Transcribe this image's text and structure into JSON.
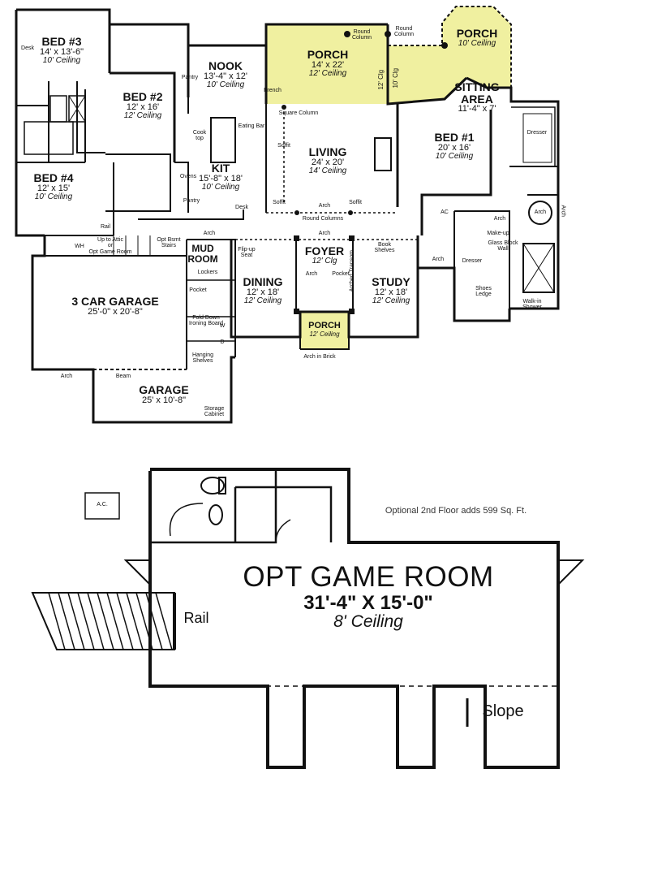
{
  "first_floor": {
    "rooms": [
      {
        "id": "bed3",
        "name": "BED #3",
        "size": "14' x 13'-6\"",
        "ceiling": "10' Ceiling"
      },
      {
        "id": "bed2",
        "name": "BED #2",
        "size": "12' x 16'",
        "ceiling": "12' Ceiling"
      },
      {
        "id": "bed4",
        "name": "BED #4",
        "size": "12' x 15'",
        "ceiling": "10' Ceiling"
      },
      {
        "id": "nook",
        "name": "NOOK",
        "size": "13'-4\" x 12'",
        "ceiling": "10' Ceiling"
      },
      {
        "id": "porch_rear",
        "name": "PORCH",
        "size": "14' x 22'",
        "ceiling": "12' Ceiling"
      },
      {
        "id": "porch_side",
        "name": "PORCH",
        "size": "",
        "ceiling": "10' Ceiling"
      },
      {
        "id": "sitting",
        "name": "SITTING\nAREA",
        "size": "11'-4\" x 7'",
        "ceiling": ""
      },
      {
        "id": "bed1",
        "name": "BED #1",
        "size": "20' x 16'",
        "ceiling": "10' Ceiling"
      },
      {
        "id": "living",
        "name": "LIVING",
        "size": "24' x 20'",
        "ceiling": "14' Ceiling"
      },
      {
        "id": "kit",
        "name": "KIT",
        "size": "15'-8\" x 18'",
        "ceiling": "10' Ceiling"
      },
      {
        "id": "mud",
        "name": "MUD\nROOM",
        "size": "",
        "ceiling": ""
      },
      {
        "id": "foyer",
        "name": "FOYER",
        "size": "",
        "ceiling": "12' Clg"
      },
      {
        "id": "dining",
        "name": "DINING",
        "size": "12' x 18'",
        "ceiling": "12' Ceiling"
      },
      {
        "id": "study",
        "name": "STUDY",
        "size": "12' x 18'",
        "ceiling": "12' Ceiling"
      },
      {
        "id": "porch_front",
        "name": "PORCH",
        "size": "",
        "ceiling": "12' Ceiling"
      },
      {
        "id": "garage3",
        "name": "3 CAR GARAGE",
        "size": "25'-0\" x 20'-8\"",
        "ceiling": ""
      },
      {
        "id": "garage",
        "name": "GARAGE",
        "size": "25' x 10'-8\"",
        "ceiling": ""
      }
    ],
    "notes": {
      "desk_bed3": "Desk",
      "round_column_1": "Round\nColumn",
      "round_column_2": "Round\nColumn",
      "clg_12": "12' Clg",
      "clg_10": "10' Clg",
      "pantry_nook": "Pantry",
      "french": "French",
      "square_column": "Square Column",
      "eating_bar": "Eating Bar",
      "cook_top": "Cook\ntop",
      "ovens": "Ovens",
      "pantry_kit": "Pantry",
      "desk_kit": "Desk",
      "soffit_1": "Soffit",
      "soffit_2": "Soffit",
      "soffit_3": "Soffit",
      "arch_living": "Arch",
      "round_columns": "Round Columns",
      "rail": "Rail",
      "up_to_attic": "Up to Attic\nor\nOpt Game Room",
      "opt_bsmt_stairs": "Opt Bsmt\nStairs",
      "arch_mud": "Arch",
      "arch_foyer": "Arch",
      "flip_up_seat": "Flip-up\nSeat",
      "lockers": "Lockers",
      "pocket_mud": "Pocket",
      "fold_down": "Fold Down\nIroning Board",
      "hanging_shelves": "Hanging\nShelves",
      "arch_dining": "Arch",
      "pocket_foyer": "Pocket",
      "arched_transom": "Arched Transom",
      "book_shelves": "Book\nShelves",
      "arch_in_brick": "Arch in Brick",
      "dresser_1": "Dresser",
      "dresser_2": "Dresser",
      "arch_bath": "Arch",
      "make_up": "Make-up",
      "glass_block_wall": "Glass Block\nWall",
      "arch_bath2": "Arch",
      "arch_tub": "Arch",
      "arch_side": "Arch",
      "shoes_ledge": "Shoes\nLedge",
      "walk_in_shower": "Walk-in\nShower",
      "arch_garage": "Arch",
      "beam": "Beam",
      "storage_cabinet": "Storage\nCabinet",
      "ac": "AC",
      "wh": "WH",
      "w": "W",
      "d": "D"
    }
  },
  "second_floor": {
    "note": "Optional 2nd Floor adds 599 Sq. Ft.",
    "ac": "A.C.",
    "room_name": "OPT GAME ROOM",
    "room_size": "31'-4\" X 15'-0\"",
    "room_ceiling": "8' Ceiling",
    "rail": "Rail",
    "slope": "Slope"
  },
  "colors": {
    "porch_fill": "#f0f0a0",
    "line": "#111111"
  }
}
